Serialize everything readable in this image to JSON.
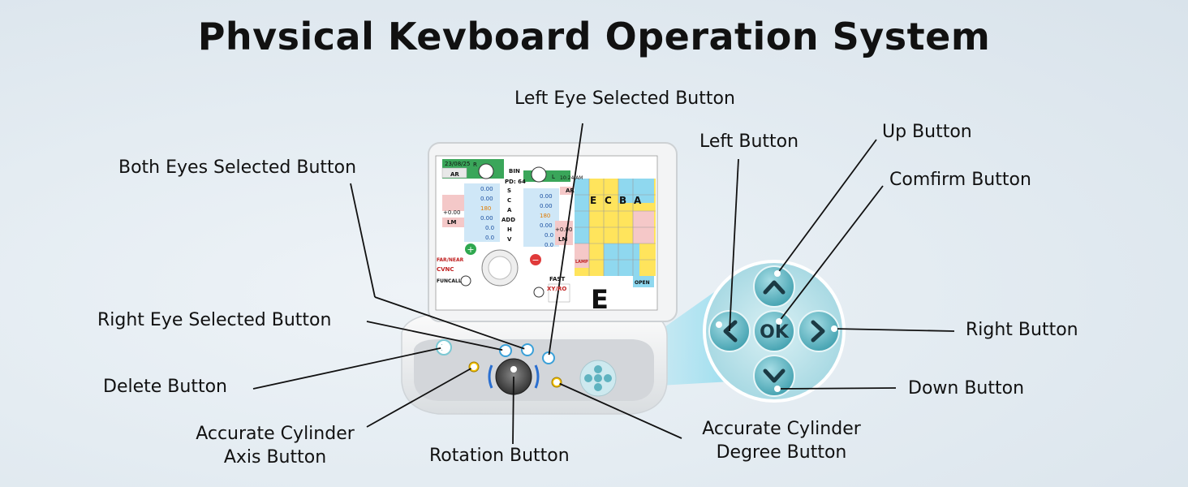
{
  "title": "Phvsical Kevboard Operation System",
  "labels": {
    "left_eye": "Left Eye Selected Button",
    "both_eyes": "Both Eyes Selected Button",
    "right_eye": "Right Eye Selected Button",
    "delete": "Delete Button",
    "accurate_axis_line1": "Accurate Cylinder",
    "accurate_axis_line2": "Axis Button",
    "rotation": "Rotation Button",
    "accurate_degree_line1": "Accurate Cylinder",
    "accurate_degree_line2": "Degree Button",
    "left": "Left Button",
    "up": "Up Button",
    "confirm": "Comfirm Button",
    "right": "Right Button",
    "down": "Down Button"
  },
  "screen": {
    "date": "23/08/25",
    "r": "R",
    "bin": "BIN",
    "pd": "PD: 64",
    "l": "L",
    "time": "10:24 AM",
    "ar": "AR",
    "params": [
      "S",
      "C",
      "A",
      "ADD",
      "H",
      "V"
    ],
    "right_values": [
      "0.00",
      "0.00",
      "180",
      "0.00",
      "0.0",
      "0.0"
    ],
    "left_values": [
      "0.00",
      "0.00",
      "180",
      "0.00",
      "0.0",
      "0.0"
    ],
    "plus_right": "+0.00",
    "plus_left": "+0.00",
    "lm": "LM",
    "far_near": "FAR/NEAR",
    "cvnc": "CVNC",
    "funcall": "FUNCALL",
    "fast": "FAST",
    "xyro": "XY/RO",
    "chart_letters": [
      "E",
      "C",
      "B",
      "A"
    ],
    "big_letter": "E",
    "open": "OPEN",
    "lamp": "LAMP"
  },
  "keypad": {
    "ok": "OK"
  },
  "colors": {
    "accent_teal": "#3fa3b2",
    "keypad_circle": "#bfe3ea",
    "arrow_btn": "#5fb3c0"
  }
}
